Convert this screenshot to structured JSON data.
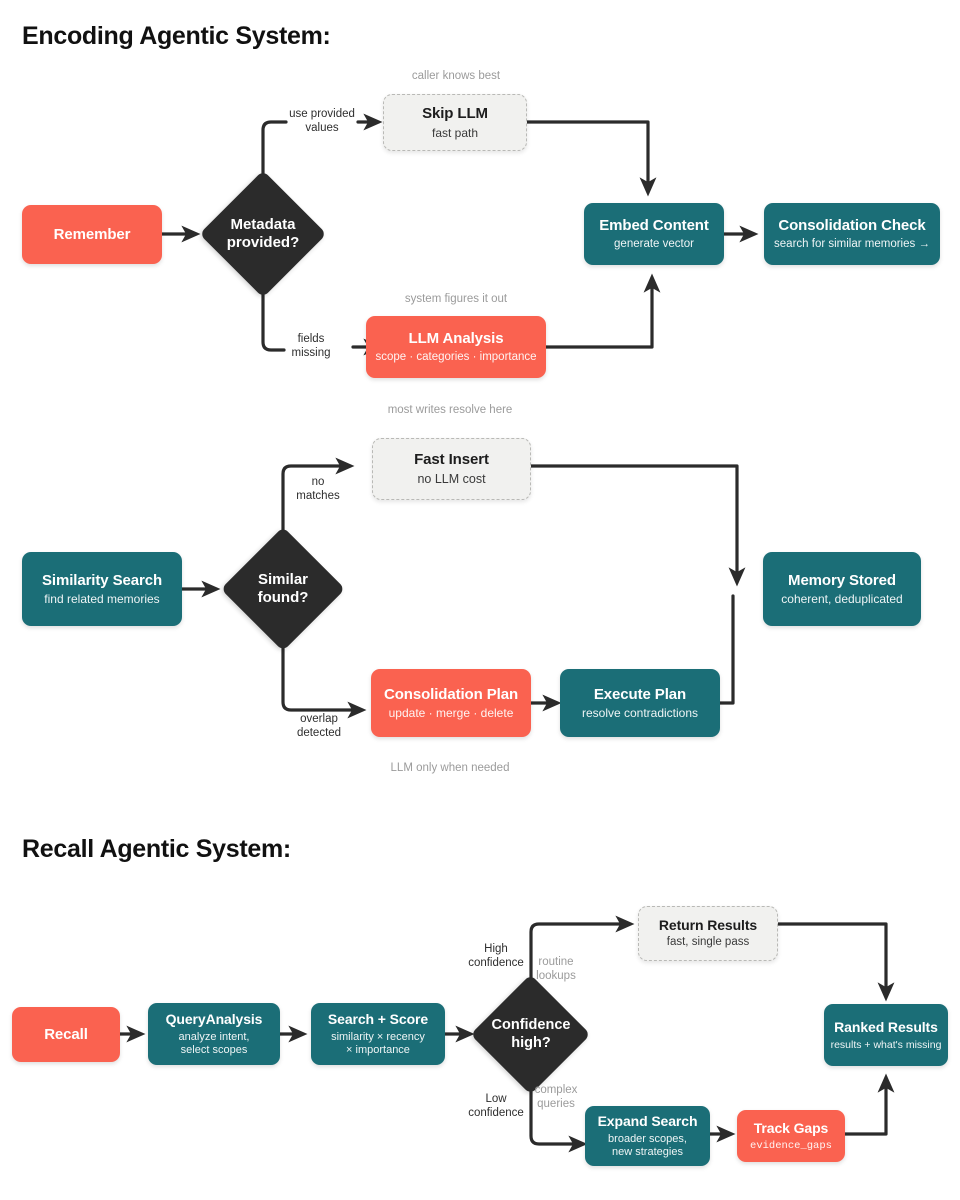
{
  "page": {
    "background": "#ffffff",
    "palette": {
      "coral": "#fa6250",
      "teal": "#1b6e77",
      "dark": "#2b2b2b",
      "ghost_fill": "#f1f1ef",
      "ghost_border": "#b9b9b6",
      "wire": "#2b2b2b",
      "muted_text": "#9b9b9b"
    }
  },
  "sections": [
    {
      "id": "encoding",
      "title": "Encoding Agentic System:"
    },
    {
      "id": "recall",
      "title": "Recall Agentic System:"
    }
  ],
  "encoding": {
    "nodes": {
      "remember": {
        "title": "Remember",
        "subtitle": "",
        "style": "coral"
      },
      "metadata": {
        "title": "Metadata\nprovided?",
        "style": "diamond"
      },
      "skip_llm": {
        "title": "Skip LLM",
        "subtitle": "fast path",
        "style": "ghost"
      },
      "llm": {
        "title": "LLM Analysis",
        "subtitle": "scope · categories · importance",
        "style": "coral"
      },
      "embed": {
        "title": "Embed Content",
        "subtitle": "generate vector",
        "style": "teal"
      },
      "consol": {
        "title": "Consolidation Check",
        "subtitle": "search for similar memories →",
        "style": "teal"
      }
    },
    "edge_labels": {
      "use_provided": "use provided\nvalues",
      "fields_missing": "fields\nmissing"
    },
    "captions": {
      "caller_knows_best": "caller knows best",
      "system_figures": "system figures it out"
    }
  },
  "consolidation": {
    "nodes": {
      "similarity": {
        "title": "Similarity Search",
        "subtitle": "find related memories",
        "style": "teal"
      },
      "similar": {
        "title": "Similar\nfound?",
        "style": "diamond"
      },
      "fast": {
        "title": "Fast Insert",
        "subtitle": "no LLM cost",
        "style": "ghost"
      },
      "plan": {
        "title": "Consolidation Plan",
        "subtitle": "update · merge · delete",
        "style": "coral"
      },
      "execute": {
        "title": "Execute Plan",
        "subtitle": "resolve contradictions",
        "style": "teal"
      },
      "stored": {
        "title": "Memory Stored",
        "subtitle": "coherent, deduplicated",
        "style": "teal"
      }
    },
    "edge_labels": {
      "no_matches": "no\nmatches",
      "overlap_detected": "overlap\ndetected"
    },
    "captions": {
      "most_writes": "most writes resolve here",
      "llm_only": "LLM only when needed"
    }
  },
  "recall": {
    "nodes": {
      "recall": {
        "title": "Recall",
        "subtitle": "",
        "style": "coral"
      },
      "query": {
        "title": "QueryAnalysis",
        "subtitle": "analyze intent,\nselect scopes",
        "style": "teal"
      },
      "search": {
        "title": "Search + Score",
        "subtitle": "similarity × recency\n× importance",
        "style": "teal"
      },
      "confidence": {
        "title": "Confidence\nhigh?",
        "style": "diamond"
      },
      "return": {
        "title": "Return Results",
        "subtitle": "fast, single pass",
        "style": "ghost"
      },
      "expand": {
        "title": "Expand Search",
        "subtitle": "broader scopes,\nnew strategies",
        "style": "teal"
      },
      "gaps": {
        "title": "Track Gaps",
        "subtitle": "evidence_gaps",
        "style": "coral"
      },
      "ranked": {
        "title": "Ranked Results",
        "subtitle": "results + what's missing",
        "style": "teal"
      }
    },
    "edge_labels": {
      "high_conf": "High\nconfidence",
      "low_conf": "Low\nconfidence"
    },
    "captions": {
      "routine_lookups": "routine\nlookups",
      "complex_queries": "complex\nqueries"
    }
  }
}
